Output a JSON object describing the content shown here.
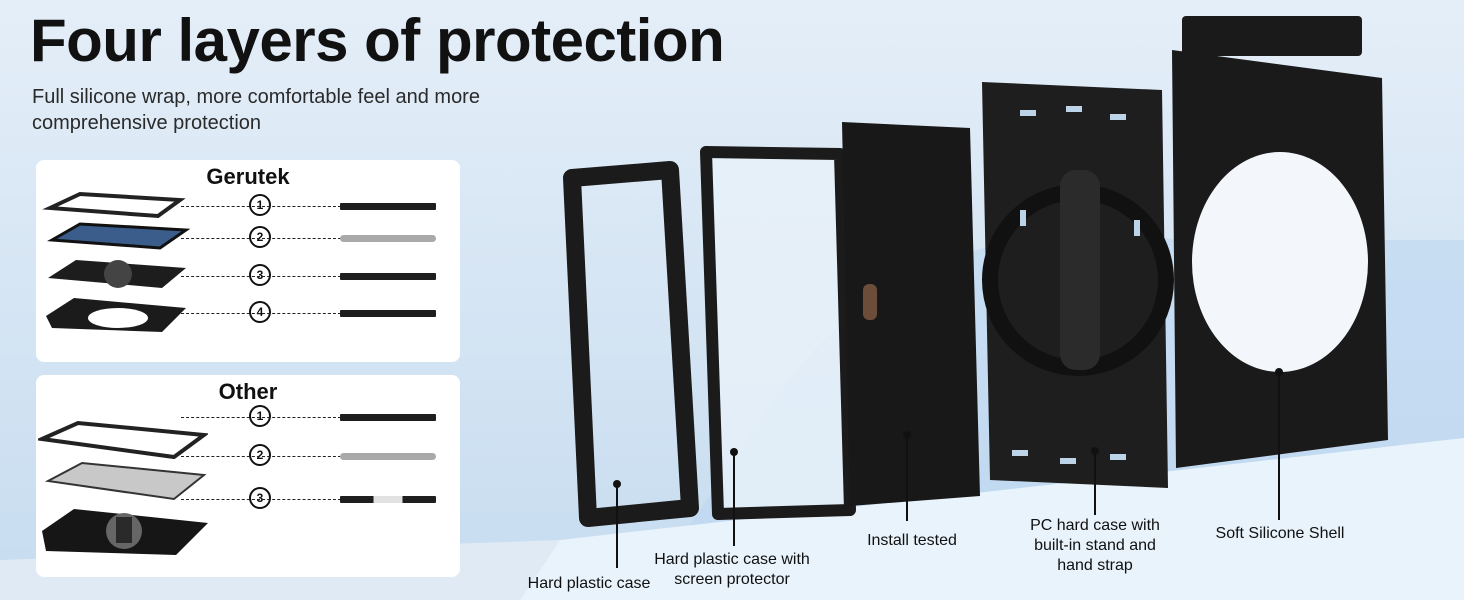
{
  "header": {
    "title": "Four layers of protection",
    "subtitle": "Full silicone wrap, more comfortable feel and more comprehensive protection"
  },
  "comparison": {
    "gerutek": {
      "title": "Gerutek",
      "layers": [
        {
          "badge": "1",
          "bar": "dark"
        },
        {
          "badge": "2",
          "bar": "gray"
        },
        {
          "badge": "3",
          "bar": "dark"
        },
        {
          "badge": "4",
          "bar": "dark"
        }
      ]
    },
    "other": {
      "title": "Other",
      "layers": [
        {
          "badge": "1",
          "bar": "dark"
        },
        {
          "badge": "2",
          "bar": "gray"
        },
        {
          "badge": "3",
          "bar": "segmented"
        }
      ]
    }
  },
  "callouts": {
    "hard_plastic_case": "Hard plastic case",
    "hard_plastic_with_protector": "Hard plastic case with screen protector",
    "install_tested": "Install tested",
    "pc_hard_case": "PC hard case with built-in stand and hand strap",
    "soft_silicone_shell": "Soft Silicone Shell"
  },
  "colors": {
    "shell": "#1b1b1b",
    "accent_slots": "#bcd3e8",
    "background": "#d7e6f4"
  }
}
